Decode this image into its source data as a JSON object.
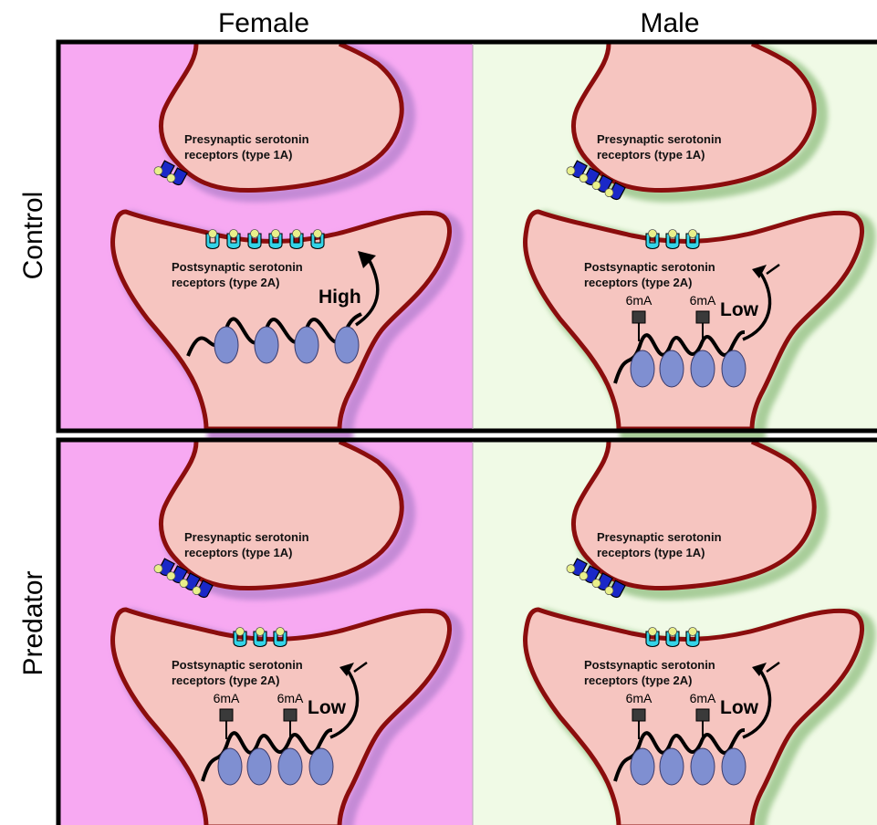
{
  "columns": [
    "Female",
    "Male"
  ],
  "rows": [
    "Control",
    "Predator"
  ],
  "colors": {
    "female_bg": "#f7a9f2",
    "male_bg": "#f0fae6",
    "neuron_fill": "#f6c5c0",
    "membrane": "#8b0d0d",
    "female_glow": "#c48ad6",
    "male_glow": "#a8cd9a",
    "pre_receptor": "#1a28c8",
    "post_receptor": "#33d4e8",
    "ligand": "#e9f08a",
    "nucleosome": "#7f8fd1"
  },
  "panels": [
    {
      "sex": "Female",
      "condition": "Control",
      "pre_label_1": "Presynaptic serotonin",
      "pre_label_2": "receptors (type 1A)",
      "post_label_1": "Postsynaptic serotonin",
      "post_label_2": "receptors (type 2A)",
      "level": "High",
      "methyl_tag": ""
    },
    {
      "sex": "Male",
      "condition": "Control",
      "pre_label_1": "Presynaptic serotonin",
      "pre_label_2": "receptors (type 1A)",
      "post_label_1": "Postsynaptic serotonin",
      "post_label_2": "receptors (type 2A)",
      "level": "Low",
      "methyl_tag": "6mA"
    },
    {
      "sex": "Female",
      "condition": "Predator",
      "pre_label_1": "Presynaptic serotonin",
      "pre_label_2": "receptors (type 1A)",
      "post_label_1": "Postsynaptic serotonin",
      "post_label_2": "receptors (type 2A)",
      "level": "Low",
      "methyl_tag": "6mA"
    },
    {
      "sex": "Male",
      "condition": "Predator",
      "pre_label_1": "Presynaptic serotonin",
      "pre_label_2": "receptors (type 1A)",
      "post_label_1": "Postsynaptic serotonin",
      "post_label_2": "receptors (type 2A)",
      "level": "Low",
      "methyl_tag": "6mA"
    }
  ]
}
